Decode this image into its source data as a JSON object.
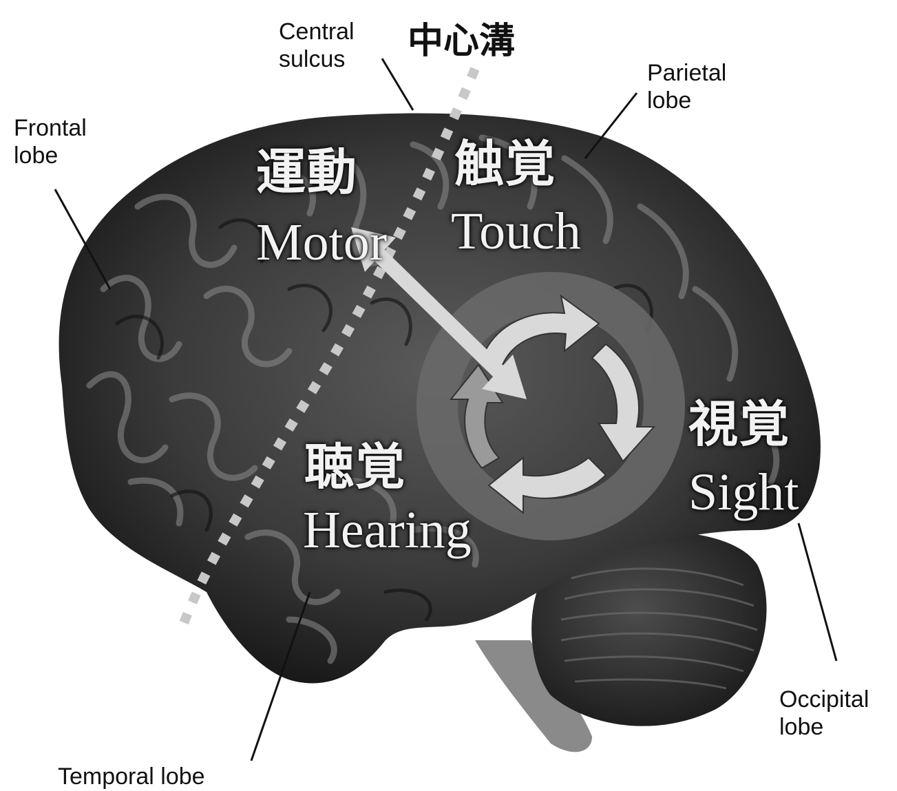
{
  "labels": {
    "central_sulcus": "Central\nsulcus",
    "central_sulcus_jp": "中心溝",
    "parietal_lobe": "Parietal\nlobe",
    "frontal_lobe": "Frontal\nlobe",
    "occipital_lobe": "Occipital\nlobe",
    "temporal_lobe": "Temporal lobe"
  },
  "regions": {
    "motor_jp": "運動",
    "motor_en": "Motor",
    "touch_jp": "触覚",
    "touch_en": "Touch",
    "hearing_jp": "聴覚",
    "hearing_en": "Hearing",
    "sight_jp": "視覚",
    "sight_en": "Sight"
  },
  "colors": {
    "background": "#ffffff",
    "brain_dark": "#1e1e1e",
    "brain_mid": "#4a4a4a",
    "cerebellum": "#3a3a3a",
    "sulcus_dots": "#c8c8c8",
    "cycle_ring": "#6a6a6a",
    "arrow_light": "#d9d9d9",
    "label_text": "#111111",
    "region_text": "#f2f2f2"
  }
}
